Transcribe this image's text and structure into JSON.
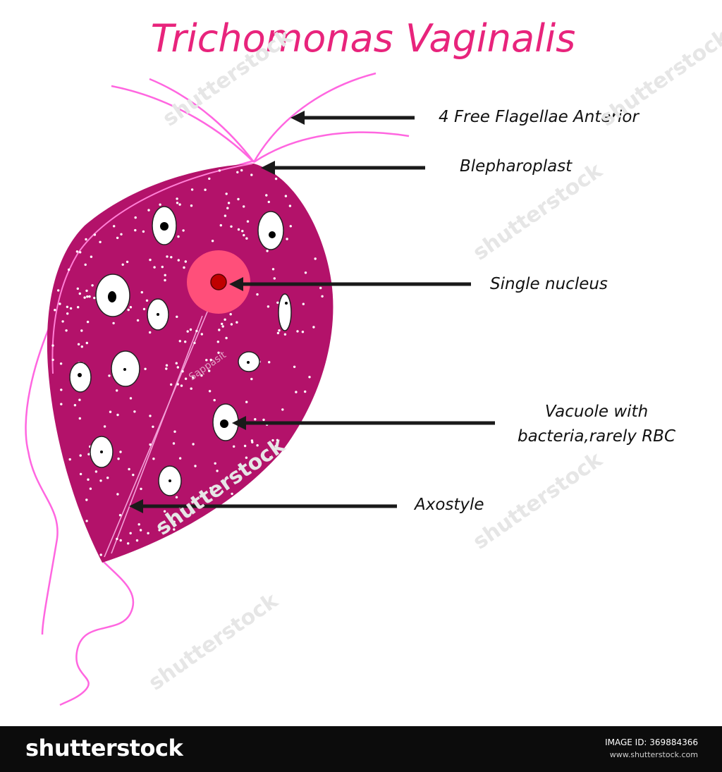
{
  "title": "Trichomonas Vaginalis",
  "colors": {
    "title": "#e8247c",
    "body": "#b3126a",
    "flagella": "#ff66e0",
    "nucleus_halo": "#ff4f7a",
    "nucleus_core": "#c00000",
    "arrow": "#1a1a1a"
  },
  "labels": {
    "flagellae": "4 Free Flagellae Anterior",
    "blepharoplast": "Blepharoplast",
    "nucleus": "Single nucleus",
    "vacuole_line1": "Vacuole with",
    "vacuole_line2": "bacteria,rarely RBC",
    "axostyle": "Axostyle"
  },
  "watermark": {
    "text": "shutterstock",
    "author": "Sappasit"
  },
  "footer": {
    "brand": "shutterstock",
    "image_id": "IMAGE ID: 369884366",
    "site": "www.shutterstock.com"
  }
}
